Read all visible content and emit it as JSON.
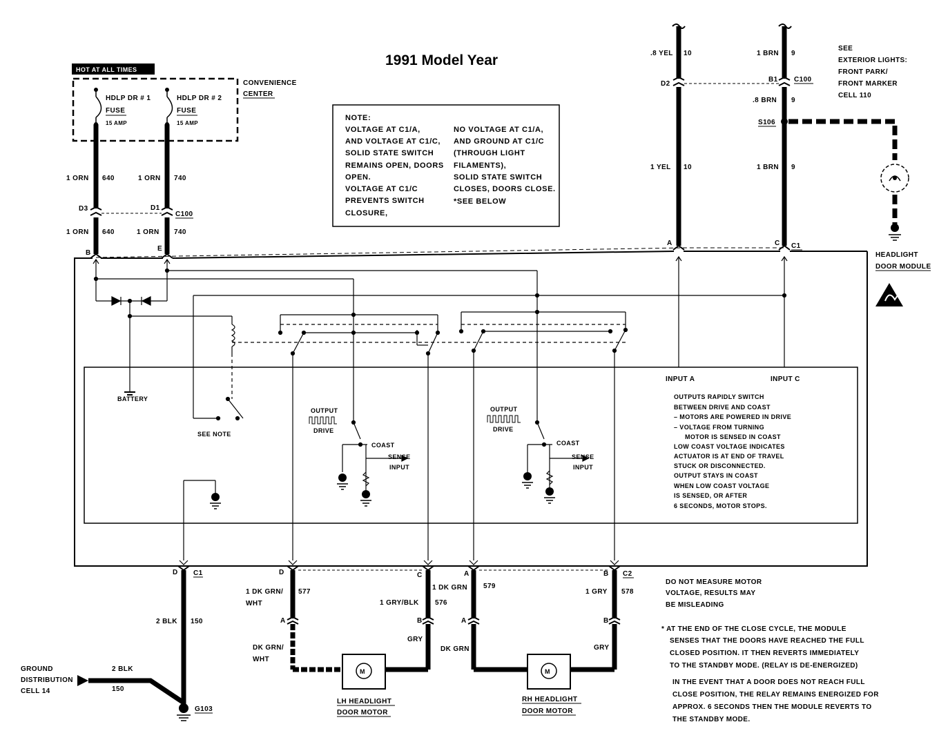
{
  "title": "1991 Model Year",
  "fuse_block": {
    "hot_label": "HOT AT ALL TIMES",
    "center_label": [
      "CONVENIENCE",
      "CENTER"
    ],
    "fuse1": {
      "name": "HDLP DR # 1",
      "type": "FUSE",
      "rating": "15 AMP"
    },
    "fuse2": {
      "name": "HDLP DR # 2",
      "type": "FUSE",
      "rating": "15 AMP"
    }
  },
  "left_wires": {
    "w1_upper": {
      "gauge": "1 ORN",
      "circuit": "640"
    },
    "w2_upper": {
      "gauge": "1 ORN",
      "circuit": "740"
    },
    "w1_lower": {
      "gauge": "1 ORN",
      "circuit": "640"
    },
    "w2_lower": {
      "gauge": "1 ORN",
      "circuit": "740"
    },
    "pin_d3": "D3",
    "pin_d1": "D1",
    "conn_c100": "C100",
    "pin_b": "B",
    "pin_e": "E"
  },
  "note_box": {
    "col1": [
      "NOTE:",
      "VOLTAGE AT C1/A,",
      "AND VOLTAGE AT C1/C,",
      "SOLID STATE SWITCH",
      "REMAINS OPEN, DOORS",
      "OPEN.",
      "VOLTAGE AT C1/C",
      "PREVENTS SWITCH",
      "CLOSURE,"
    ],
    "col2": [
      "NO VOLTAGE AT C1/A,",
      "AND GROUND AT C1/C",
      "(THROUGH LIGHT",
      "FILAMENTS),",
      "SOLID STATE SWITCH",
      "CLOSES, DOORS CLOSE.",
      "*SEE BELOW"
    ]
  },
  "right_wires": {
    "yel_upper": {
      "gauge": ".8 YEL",
      "circuit": "10"
    },
    "yel_lower": {
      "gauge": "1 YEL",
      "circuit": "10"
    },
    "brn_top": {
      "gauge": "1 BRN",
      "circuit": "9"
    },
    "brn_mid": {
      "gauge": ".8 BRN",
      "circuit": "9"
    },
    "brn_low": {
      "gauge": "1 BRN",
      "circuit": "9"
    },
    "pin_d2": "D2",
    "pin_b1": "B1",
    "conn_c100": "C100",
    "splice": "S106",
    "pin_a": "A",
    "pin_c": "C",
    "conn_c1": "C1"
  },
  "exterior_ref": [
    "SEE",
    "EXTERIOR LIGHTS:",
    "FRONT PARK/",
    "FRONT MARKER",
    "CELL 110"
  ],
  "module": {
    "name": [
      "HEADLIGHT",
      "DOOR MODULE"
    ],
    "battery": "BATTERY",
    "see_note": "SEE NOTE",
    "input_a": "INPUT A",
    "input_c": "INPUT C",
    "output_drive": [
      "OUTPUT",
      "DRIVE"
    ],
    "coast": "COAST",
    "sense_input": [
      "SENSE",
      "INPUT"
    ],
    "description": [
      "OUTPUTS RAPIDLY SWITCH",
      "BETWEEN DRIVE AND COAST",
      "– MOTORS ARE POWERED IN DRIVE",
      "– VOLTAGE FROM TURNING",
      "MOTOR IS SENSED IN COAST",
      "LOW COAST VOLTAGE INDICATES",
      "ACTUATOR IS AT END OF TRAVEL",
      "STUCK OR DISCONNECTED.",
      "OUTPUT STAYS IN COAST",
      "WHEN LOW COAST VOLTAGE",
      "IS SENSED, OR AFTER",
      "6 SECONDS, MOTOR STOPS."
    ]
  },
  "bottom": {
    "pin_d": "D",
    "conn_c1": "C1",
    "blk_main": {
      "gauge": "2 BLK",
      "circuit": "150"
    },
    "ground_dist": [
      "GROUND",
      "DISTRIBUTION",
      "CELL 14"
    ],
    "blk_side": {
      "gauge": "2 BLK",
      "circuit": "150"
    },
    "ground": "G103",
    "lh_pin_d": "D",
    "lh_pin_c": "C",
    "rh_pin_a": "A",
    "rh_pin_b": "B",
    "conn_c2": "C2",
    "w577": {
      "gauge": "1 DK GRN/",
      "gauge2": "WHT",
      "circuit": "577"
    },
    "w576": {
      "gauge": "1 GRY/BLK",
      "circuit": "576"
    },
    "w579": {
      "gauge": "1 DK GRN",
      "circuit": "579"
    },
    "w578": {
      "gauge": "1 GRY",
      "circuit": "578"
    },
    "lh_a": "A",
    "lh_b": "B",
    "rh_a": "A",
    "rh_b": "B",
    "lh_left_wire": [
      "DK GRN/",
      "WHT"
    ],
    "lh_right_wire": "GRY",
    "rh_left_wire": "DK GRN",
    "rh_right_wire": "GRY",
    "lh_motor": [
      "LH HEADLIGHT",
      "DOOR MOTOR"
    ],
    "rh_motor": [
      "RH HEADLIGHT",
      "DOOR MOTOR"
    ],
    "motor_symbol": "M"
  },
  "warning": [
    "DO NOT MEASURE MOTOR",
    "VOLTAGE, RESULTS MAY",
    "BE MISLEADING"
  ],
  "footnote": [
    "* AT THE END OF THE CLOSE CYCLE, THE MODULE",
    "SENSES THAT THE DOORS HAVE REACHED THE FULL",
    "CLOSED POSITION. IT THEN REVERTS IMMEDIATELY",
    "TO THE STANDBY MODE. (RELAY IS DE-ENERGIZED)",
    "IN THE EVENT THAT A DOOR DOES NOT REACH FULL",
    "CLOSE POSITION, THE RELAY REMAINS ENERGIZED FOR",
    "APPROX. 6 SECONDS THEN THE MODULE REVERTS TO",
    "THE STANDBY MODE."
  ]
}
